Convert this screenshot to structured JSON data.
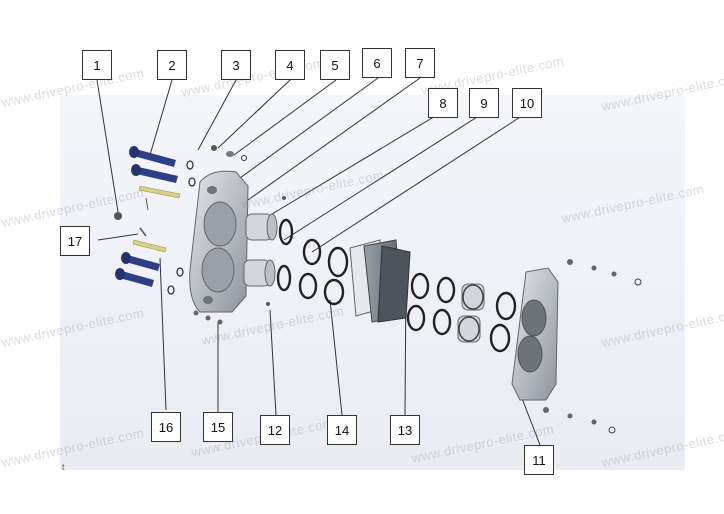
{
  "watermark": "www.drivepro-elite.com",
  "colors": {
    "bolt": "#2e3f86",
    "pin": "#d9cf8a",
    "body": "#c9ccd2",
    "line": "#333333"
  },
  "corner_mark": "t",
  "callouts": [
    "1",
    "2",
    "3",
    "4",
    "5",
    "6",
    "7",
    "8",
    "9",
    "10",
    "11",
    "12",
    "13",
    "14",
    "15",
    "16",
    "17"
  ]
}
